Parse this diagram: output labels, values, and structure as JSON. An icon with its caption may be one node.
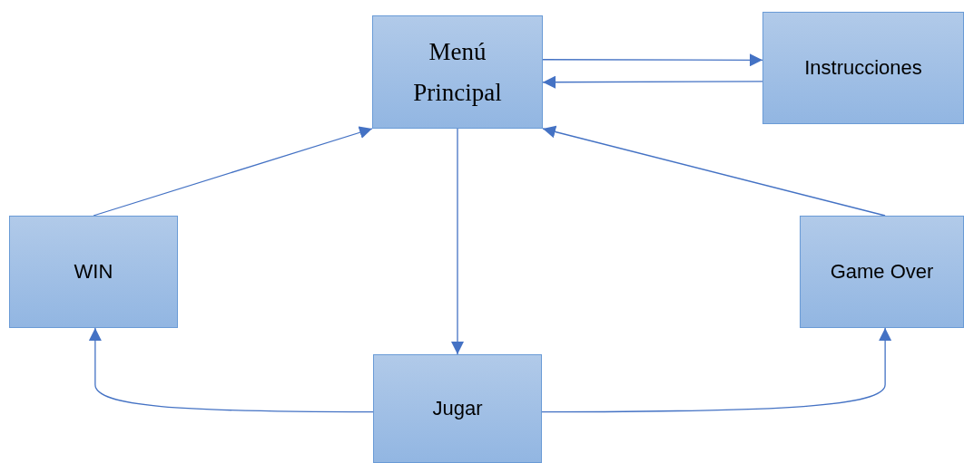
{
  "diagram": {
    "nodes": [
      {
        "text": [
          "Menú Principal"
        ]
      },
      {
        "text": [
          "Instrucciones"
        ]
      },
      {
        "text": [
          "WIN"
        ]
      },
      {
        "text": [
          "Game Over"
        ]
      },
      {
        "text": [
          "Jugar"
        ]
      }
    ],
    "edges": [
      {
        "from": 0,
        "to": 1,
        "arrow": "to"
      },
      {
        "from": 1,
        "to": 0,
        "arrow": "to"
      },
      {
        "from": 2,
        "to": 0,
        "arrow": "to"
      },
      {
        "from": 3,
        "to": 0,
        "arrow": "to"
      },
      {
        "from": 0,
        "to": 4,
        "arrow": "to"
      },
      {
        "from": 4,
        "to": 2,
        "arrow": "to"
      },
      {
        "from": 4,
        "to": 3,
        "arrow": "to"
      }
    ]
  }
}
